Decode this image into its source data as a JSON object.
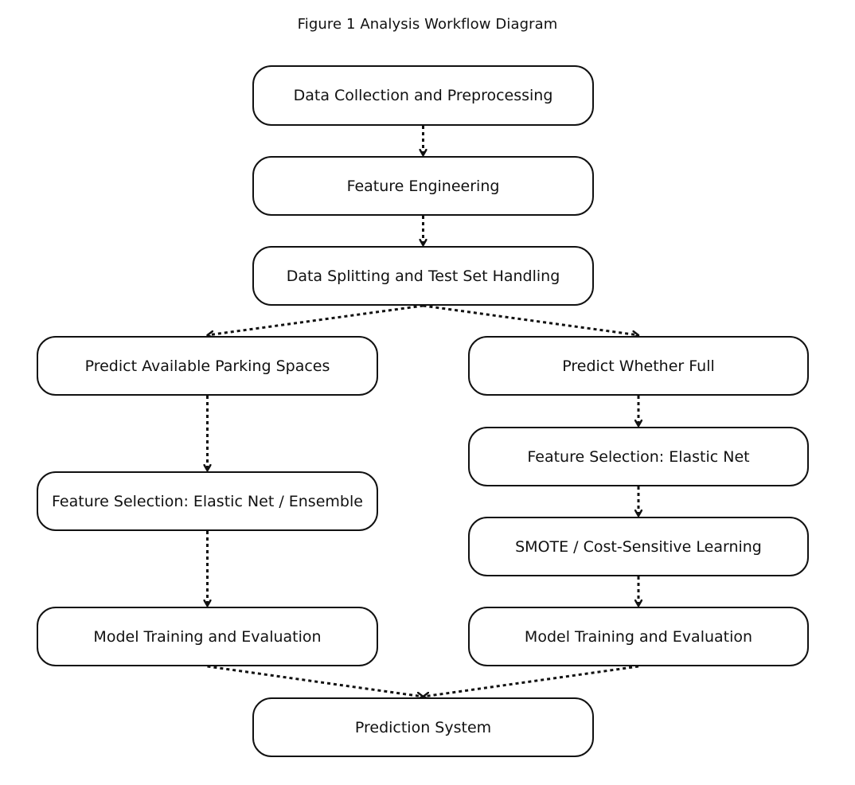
{
  "figure": {
    "title": "Figure 1 Analysis Workflow Diagram"
  },
  "nodes": {
    "collect": "Data Collection and Preprocessing",
    "feature_eng": "Feature Engineering",
    "split": "Data Splitting and Test Set Handling",
    "predict_spaces": "Predict Available Parking Spaces",
    "predict_full": "Predict Whether Full",
    "fs_left": "Feature Selection: Elastic Net / Ensemble",
    "fs_right": "Feature Selection: Elastic Net",
    "smote": "SMOTE / Cost-Sensitive Learning",
    "train_left": "Model Training and Evaluation",
    "train_right": "Model Training and Evaluation",
    "system": "Prediction System"
  },
  "edges": [
    {
      "from": "collect",
      "to": "feature_eng",
      "style": "dotted"
    },
    {
      "from": "feature_eng",
      "to": "split",
      "style": "dotted"
    },
    {
      "from": "split",
      "to": "predict_spaces",
      "style": "dotted"
    },
    {
      "from": "split",
      "to": "predict_full",
      "style": "dotted"
    },
    {
      "from": "predict_spaces",
      "to": "fs_left",
      "style": "dotted"
    },
    {
      "from": "fs_left",
      "to": "train_left",
      "style": "dotted"
    },
    {
      "from": "predict_full",
      "to": "fs_right",
      "style": "dotted"
    },
    {
      "from": "fs_right",
      "to": "smote",
      "style": "dotted"
    },
    {
      "from": "smote",
      "to": "train_right",
      "style": "dotted"
    },
    {
      "from": "train_left",
      "to": "system",
      "style": "dotted"
    },
    {
      "from": "train_right",
      "to": "system",
      "style": "dotted"
    }
  ],
  "colors": {
    "stroke": "#111111",
    "background": "#ffffff"
  }
}
